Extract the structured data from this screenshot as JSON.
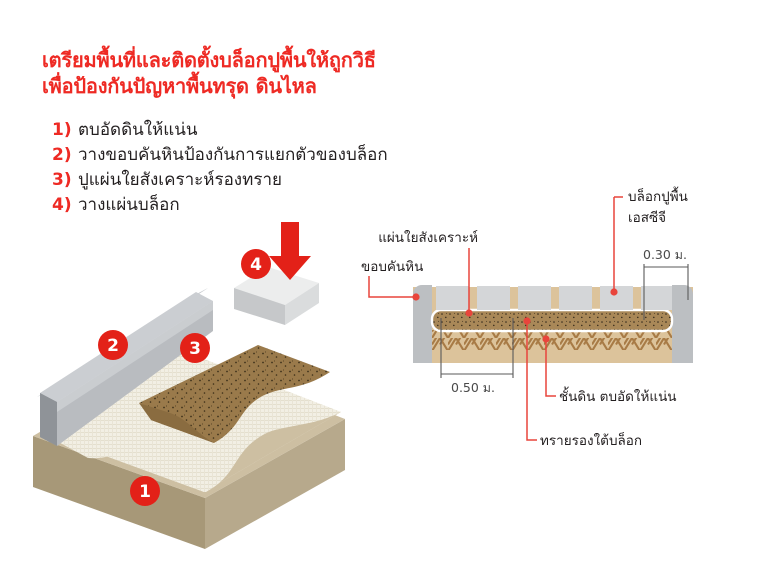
{
  "headline": {
    "line1": "เตรียมพื้นที่และติดตั้งบล็อกปูพื้นให้ถูกวิธี",
    "line2": "เพื่อป้องกันปัญหาพื้นทรุด ดินไหล",
    "color": "#ee2a24"
  },
  "steps": [
    {
      "num": "1)",
      "text": "ตบอัดดินให้แน่น"
    },
    {
      "num": "2)",
      "text": "วางขอบคันหินป้องกันการแยกตัวของบล็อก"
    },
    {
      "num": "3)",
      "text": "ปูแผ่นใยสังเคราะห์รองทราย"
    },
    {
      "num": "4)",
      "text": "วางแผ่นบล็อก"
    }
  ],
  "isometric": {
    "badges": [
      {
        "id": "1",
        "label": "1"
      },
      {
        "id": "2",
        "label": "2"
      },
      {
        "id": "3",
        "label": "3"
      },
      {
        "id": "4",
        "label": "4"
      }
    ],
    "arrow_icon": "down-arrow-icon",
    "colors": {
      "soil_top": "#cdbfa2",
      "soil_side": "#b7a98c",
      "soil_front": "#a79878",
      "geotextile": "#f2efe4",
      "curb": "#b9bcc0",
      "curb_side": "#9ea2a7",
      "sand": "#9a7a4b",
      "sand_side": "#8a6c40",
      "block": "#e8e9ea",
      "block_side": "#c6c8ca"
    }
  },
  "section": {
    "labels": {
      "curb": "ขอบคันหิน",
      "geotextile": "แผ่นใยสังเคราะห์",
      "paving_block_l1": "บล็อกปูพื้น",
      "paving_block_l2": "เอสซีจี",
      "soil": "ชั้นดิน ตบอัดให้แน่น",
      "sand": "ทรายรองใต้บล็อก"
    },
    "dimensions": {
      "block_width": "0.30 ม.",
      "curb_depth": "0.50 ม."
    },
    "colors": {
      "leader": "#e8453c",
      "block": "#d4d6d8",
      "curb": "#bcbfc2",
      "sand": "#a98858",
      "soil": "#dcc39b",
      "soil_hatch": "#a87b46"
    }
  }
}
